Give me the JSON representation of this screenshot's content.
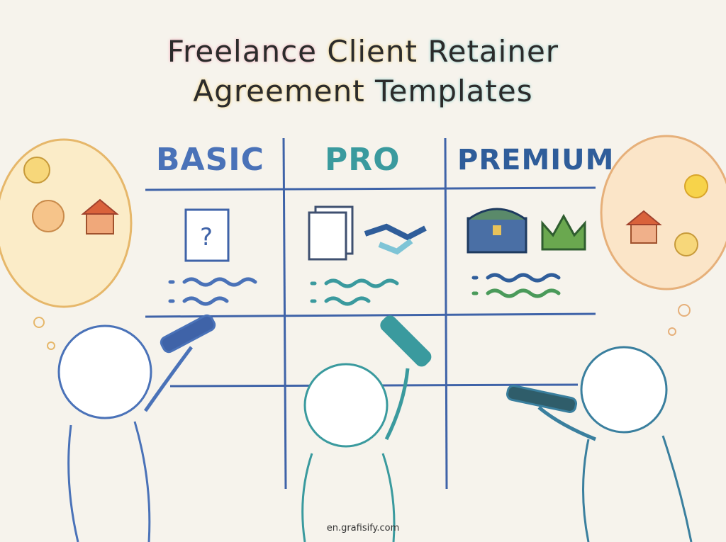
{
  "title": {
    "line1": [
      "Freelance",
      "Client",
      "Retainer"
    ],
    "line2": [
      "Agreement",
      "Templates"
    ]
  },
  "columns": [
    {
      "label": "BASIC",
      "icons": [
        "question-document-icon"
      ]
    },
    {
      "label": "PRO",
      "icons": [
        "documents-icon",
        "handshake-icon"
      ]
    },
    {
      "label": "PREMIUM",
      "icons": [
        "treasure-chest-icon",
        "crown-icon"
      ]
    }
  ],
  "colors": {
    "background": "#f6f3ec",
    "basic": "#4a72b8",
    "pro": "#3a9a9e",
    "premium": "#2f5d9a",
    "grid": "#3f63a8"
  },
  "watermark": "en.grafisify.com"
}
